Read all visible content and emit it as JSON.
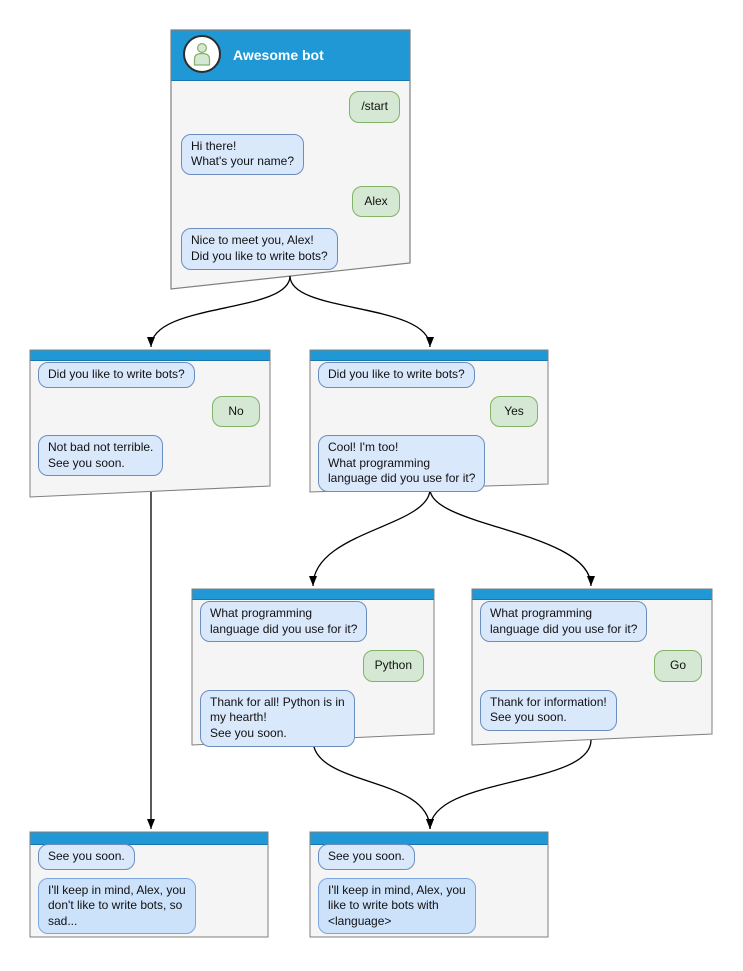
{
  "palette": {
    "header_blue": "#2098D6",
    "header_blue_edge": "#1877B0",
    "window_fill": "#F5F5F5",
    "window_border": "#7F7F7F",
    "bubble_blue_fill": "#DAE8FC",
    "bubble_blue_border": "#6C8EBF",
    "bubble_blue_alt_fill": "#CCE1FA",
    "bubble_blue_alt_border": "#7EA6E0",
    "bubble_green_fill": "#D5E8D4",
    "bubble_green_border": "#82B366",
    "connector": "#000000"
  },
  "root": {
    "title": "Awesome bot",
    "m_start": "/start",
    "m_greet": "Hi there!\nWhat's your name?",
    "m_name": "Alex",
    "m_nice": "Nice to meet you, Alex!\nDid you like to write bots?"
  },
  "branch_no": {
    "question": "Did you like to write bots?",
    "answer": "No",
    "reply": "Not bad not terrible.\nSee you soon."
  },
  "branch_yes": {
    "question": "Did you like to write bots?",
    "answer": "Yes",
    "reply": "Cool! I'm too!\nWhat programming\nlanguage did you use for it?"
  },
  "branch_python": {
    "question": "What programming\nlanguage did you use for it?",
    "answer": "Python",
    "reply": "Thank for all! Python is in\nmy hearth!\nSee you soon."
  },
  "branch_go": {
    "question": "What programming\nlanguage did you use for it?",
    "answer": "Go",
    "reply": "Thank for information!\nSee you soon."
  },
  "end_no": {
    "question": "See you soon.",
    "reply": "I'll keep in mind, Alex, you\ndon't like to write bots, so\nsad..."
  },
  "end_yes": {
    "question": "See you soon.",
    "reply": "I'll keep in mind, Alex, you\nlike to write bots with\n<language>"
  }
}
